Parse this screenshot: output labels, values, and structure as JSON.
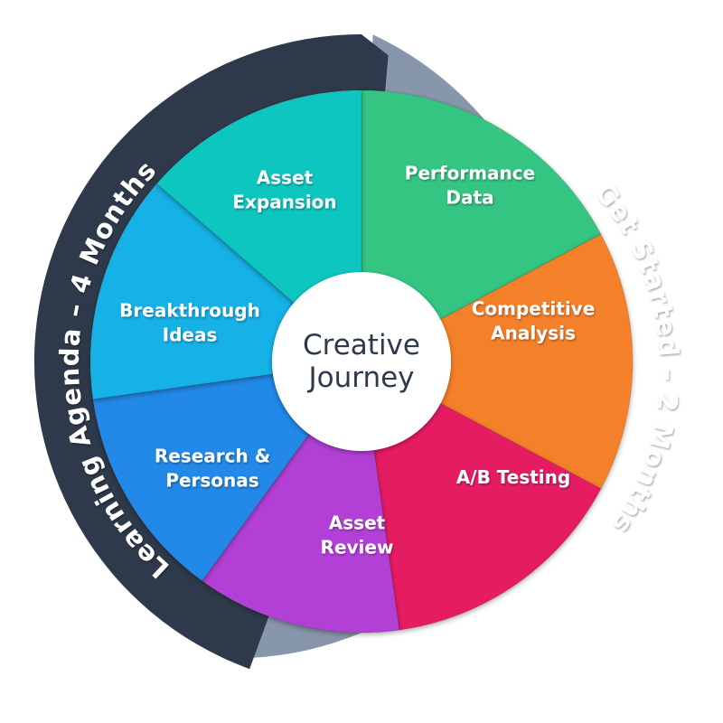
{
  "center": {
    "line1": "Creative",
    "line2": "Journey"
  },
  "ring": {
    "left": {
      "text": "Learning Agenda – 4 Months",
      "color": "#2e3a4b"
    },
    "right": {
      "text": "Get Started – 2 Months",
      "color": "#8896ab"
    }
  },
  "segments": [
    {
      "id": "performance-data",
      "lines": [
        "Performance",
        "Data"
      ],
      "color": "#35c582"
    },
    {
      "id": "competitive-analysis",
      "lines": [
        "Competitive",
        "Analysis"
      ],
      "color": "#f5802b"
    },
    {
      "id": "ab-testing",
      "lines": [
        "A/B Testing"
      ],
      "color": "#e61a63"
    },
    {
      "id": "asset-review",
      "lines": [
        "Asset",
        "Review"
      ],
      "color": "#b33fd6"
    },
    {
      "id": "research-personas",
      "lines": [
        "Research &",
        "Personas"
      ],
      "color": "#2189e8"
    },
    {
      "id": "breakthrough-ideas",
      "lines": [
        "Breakthrough",
        "Ideas"
      ],
      "color": "#15b1e6"
    },
    {
      "id": "asset-expansion",
      "lines": [
        "Asset",
        "Expansion"
      ],
      "color": "#10c6c0"
    }
  ]
}
